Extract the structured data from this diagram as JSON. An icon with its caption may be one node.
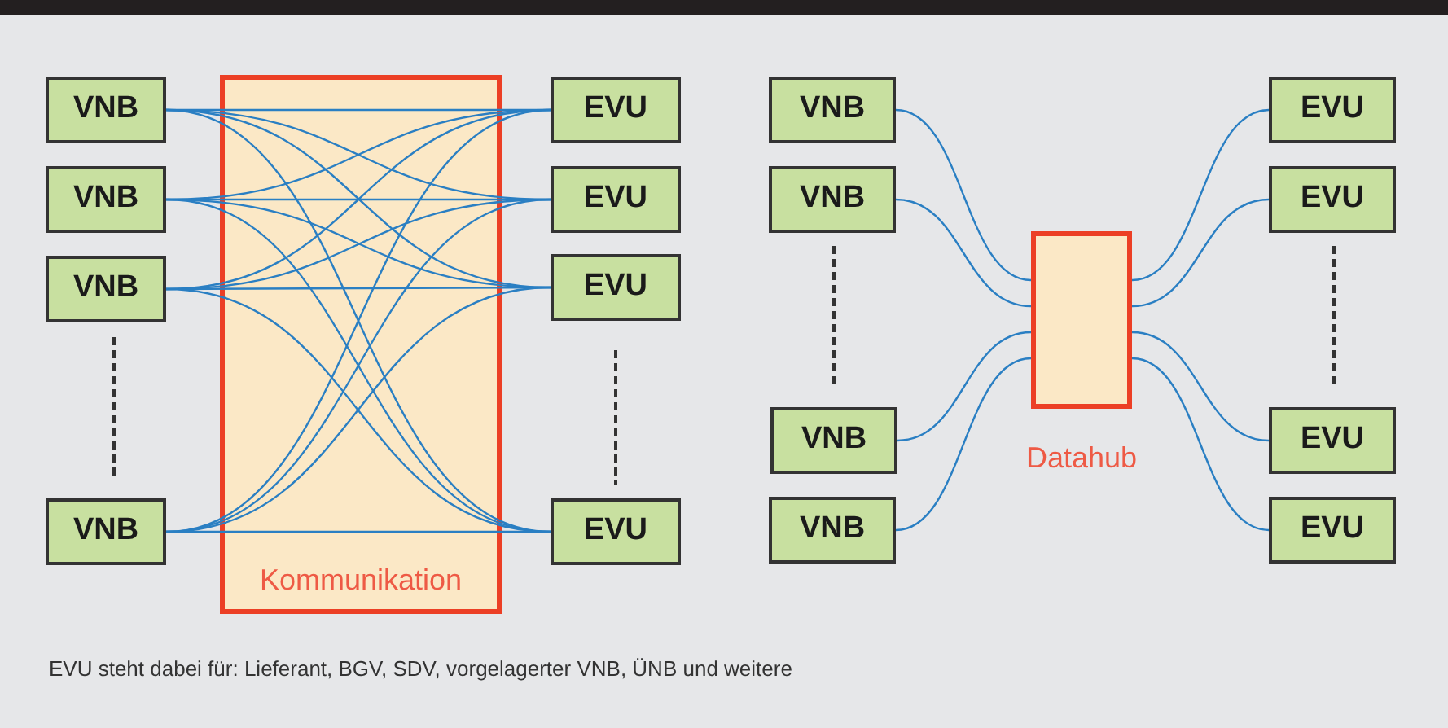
{
  "diagram": {
    "caption": "EVU steht dabei für: Lieferant, BGV, SDV, vorgelagerter VNB, ÜNB und weitere",
    "nodes": [
      {
        "text": [
          "VNB"
        ]
      },
      {
        "text": [
          "VNB"
        ]
      },
      {
        "text": [
          "VNB"
        ]
      },
      {
        "text": [
          "VNB"
        ]
      },
      {
        "text": [
          "EVU"
        ]
      },
      {
        "text": [
          "EVU"
        ]
      },
      {
        "text": [
          "EVU"
        ]
      },
      {
        "text": [
          "EVU"
        ]
      },
      {
        "text": [
          "VNB"
        ]
      },
      {
        "text": [
          "VNB"
        ]
      },
      {
        "text": [
          "VNB"
        ]
      },
      {
        "text": [
          "VNB"
        ]
      },
      {
        "text": [],
        "shape": "box",
        "beside": [
          "Datahub"
        ]
      },
      {
        "text": [
          "EVU"
        ]
      },
      {
        "text": [
          "EVU"
        ]
      },
      {
        "text": [
          "EVU"
        ]
      },
      {
        "text": [
          "EVU"
        ]
      }
    ],
    "edges": [
      {
        "from": 0,
        "to": 4,
        "arrow": "none"
      },
      {
        "from": 0,
        "to": 5,
        "arrow": "none"
      },
      {
        "from": 0,
        "to": 6,
        "arrow": "none"
      },
      {
        "from": 0,
        "to": 7,
        "arrow": "none"
      },
      {
        "from": 1,
        "to": 4,
        "arrow": "none"
      },
      {
        "from": 1,
        "to": 5,
        "arrow": "none"
      },
      {
        "from": 1,
        "to": 6,
        "arrow": "none"
      },
      {
        "from": 1,
        "to": 7,
        "arrow": "none"
      },
      {
        "from": 2,
        "to": 4,
        "arrow": "none"
      },
      {
        "from": 2,
        "to": 5,
        "arrow": "none"
      },
      {
        "from": 2,
        "to": 6,
        "arrow": "none"
      },
      {
        "from": 2,
        "to": 7,
        "arrow": "none"
      },
      {
        "from": 3,
        "to": 4,
        "arrow": "none"
      },
      {
        "from": 3,
        "to": 5,
        "arrow": "none"
      },
      {
        "from": 3,
        "to": 6,
        "arrow": "none"
      },
      {
        "from": 3,
        "to": 7,
        "arrow": "none"
      },
      {
        "from": 8,
        "to": 12,
        "arrow": "none"
      },
      {
        "from": 9,
        "to": 12,
        "arrow": "none"
      },
      {
        "from": 10,
        "to": 12,
        "arrow": "none"
      },
      {
        "from": 11,
        "to": 12,
        "arrow": "none"
      },
      {
        "from": 12,
        "to": 13,
        "arrow": "none"
      },
      {
        "from": 12,
        "to": 14,
        "arrow": "none"
      },
      {
        "from": 12,
        "to": 15,
        "arrow": "none"
      },
      {
        "from": 12,
        "to": 16,
        "arrow": "none"
      }
    ],
    "labels": [
      "Kommunikation"
    ]
  }
}
